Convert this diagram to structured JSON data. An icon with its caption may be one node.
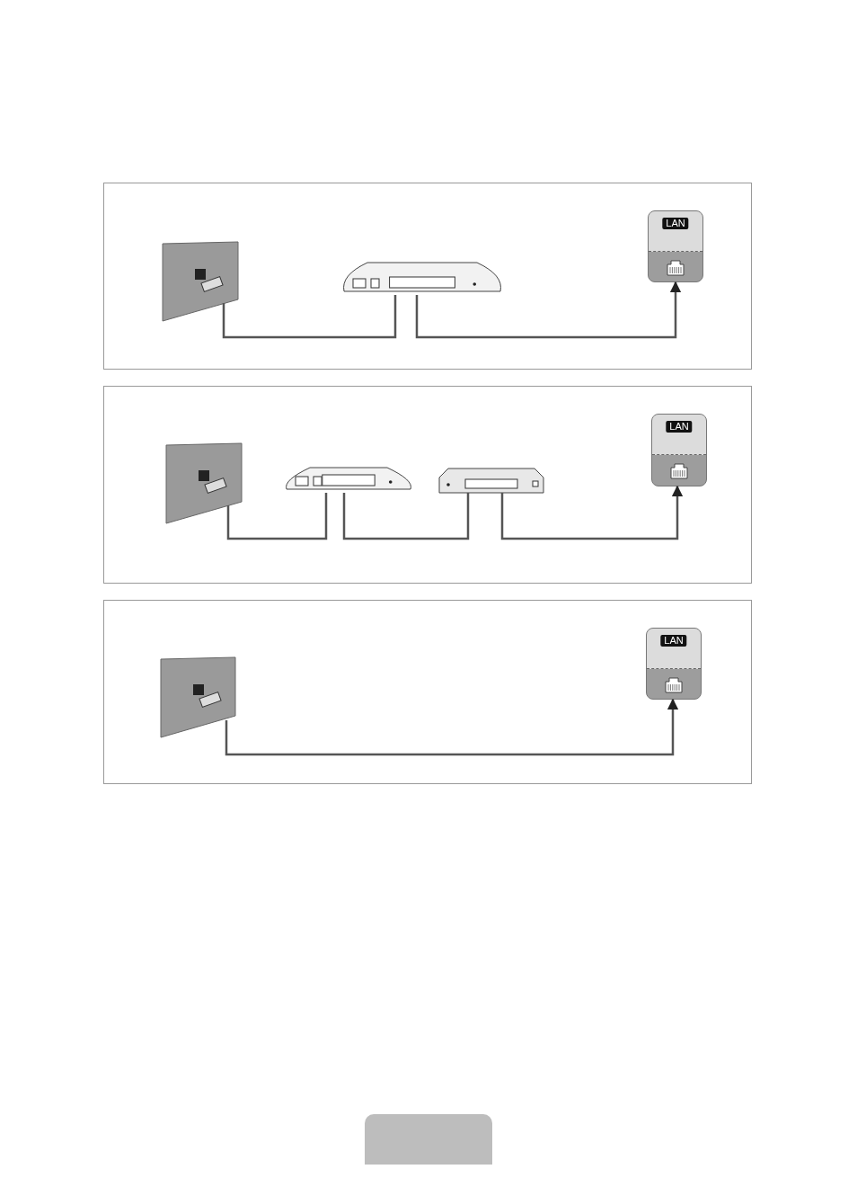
{
  "diagram": {
    "nodes": [
      {
        "text": [],
        "shape": "box"
      },
      {
        "text": [],
        "shape": "wall",
        "in": 0
      },
      {
        "text": [],
        "shape": "modem",
        "in": 0
      },
      {
        "text": [
          "LAN"
        ],
        "in": 0
      },
      {
        "text": [],
        "shape": "box"
      },
      {
        "text": [],
        "shape": "wall",
        "in": 4
      },
      {
        "text": [],
        "shape": "modem",
        "in": 4
      },
      {
        "text": [],
        "shape": "router",
        "in": 4
      },
      {
        "text": [
          "LAN"
        ],
        "in": 4
      },
      {
        "text": [],
        "shape": "box"
      },
      {
        "text": [],
        "shape": "wall",
        "in": 9
      },
      {
        "text": [
          "LAN"
        ],
        "in": 9
      }
    ],
    "edges": [
      {
        "from": 1,
        "to": 2,
        "arrow": "none"
      },
      {
        "from": 2,
        "to": 3,
        "arrow": "to"
      },
      {
        "from": 5,
        "to": 6,
        "arrow": "none"
      },
      {
        "from": 6,
        "to": 7,
        "arrow": "none"
      },
      {
        "from": 7,
        "to": 8,
        "arrow": "to"
      },
      {
        "from": 10,
        "to": 11,
        "arrow": "to"
      }
    ]
  }
}
